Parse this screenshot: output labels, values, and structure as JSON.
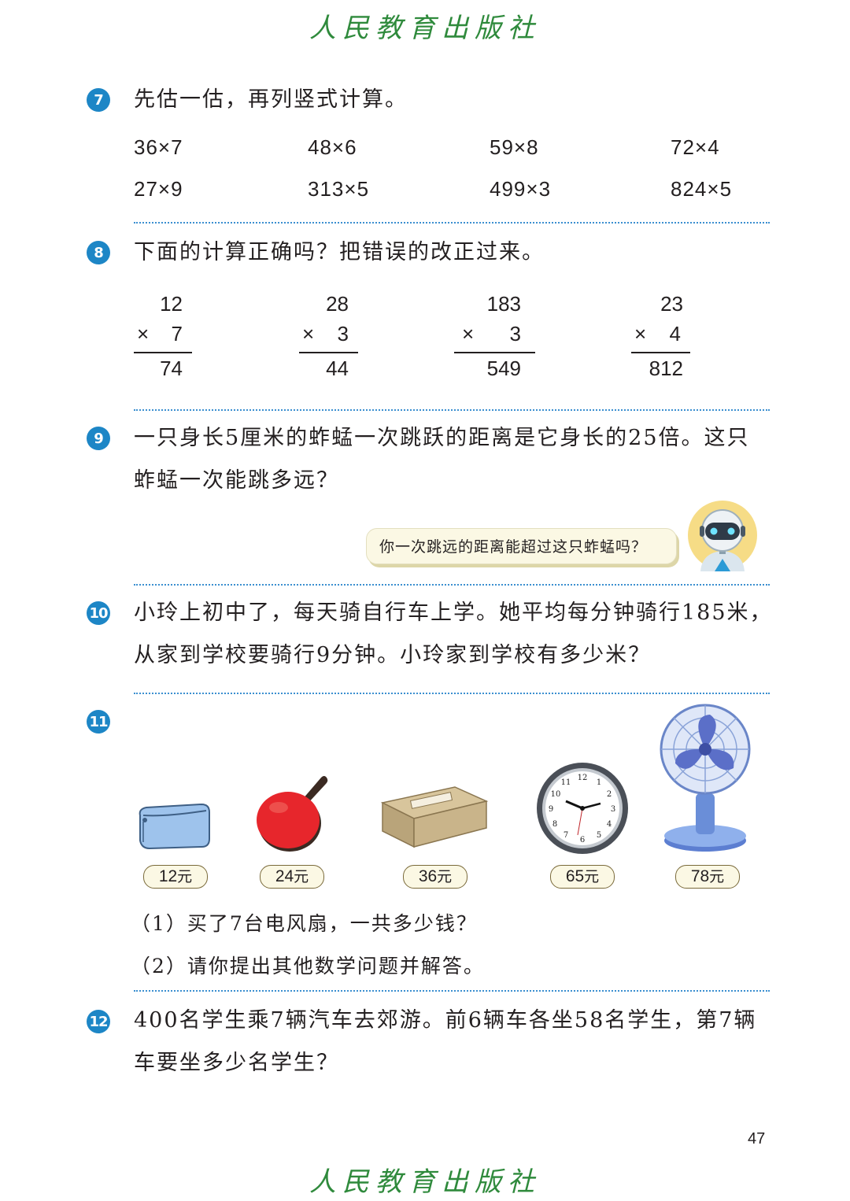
{
  "header": {
    "publisher": "人民教育出版社"
  },
  "footer": {
    "publisher": "人民教育出版社",
    "page_number": "47"
  },
  "q7": {
    "num": "7",
    "text": "先估一估，再列竖式计算。",
    "exprs": [
      "36×7",
      "48×6",
      "59×8",
      "72×4",
      "27×9",
      "313×5",
      "499×3",
      "824×5"
    ]
  },
  "q8": {
    "num": "8",
    "text": "下面的计算正确吗？把错误的改正过来。",
    "problems": [
      {
        "top": "12",
        "op": "×",
        "bottom": "7",
        "result": "74"
      },
      {
        "top": "28",
        "op": "×",
        "bottom": "3",
        "result": "44"
      },
      {
        "top": "183",
        "op": "×",
        "bottom": "3",
        "result": "549"
      },
      {
        "top": "23",
        "op": "×",
        "bottom": "4",
        "result": "812"
      }
    ]
  },
  "q9": {
    "num": "9",
    "line1": "一只身长5厘米的蚱蜢一次跳跃的距离是它身长的25倍。这只",
    "line2": "蚱蜢一次能跳多远？",
    "bubble": "你一次跳远的距离能超过这只蚱蜢吗？"
  },
  "q10": {
    "num": "10",
    "line1": "小玲上初中了，每天骑自行车上学。她平均每分钟骑行185米，",
    "line2": "从家到学校要骑行9分钟。小玲家到学校有多少米？"
  },
  "q11": {
    "num": "11",
    "prices": [
      {
        "amount": "12",
        "unit": "元",
        "item": "pencil-case"
      },
      {
        "amount": "24",
        "unit": "元",
        "item": "ping-pong-paddle"
      },
      {
        "amount": "36",
        "unit": "元",
        "item": "gift-box"
      },
      {
        "amount": "65",
        "unit": "元",
        "item": "wall-clock"
      },
      {
        "amount": "78",
        "unit": "元",
        "item": "electric-fan"
      }
    ],
    "sub1": "（1）买了7台电风扇，一共多少钱？",
    "sub2": "（2）请你提出其他数学问题并解答。"
  },
  "q12": {
    "num": "12",
    "line1": "400名学生乘7辆汽车去郊游。前6辆车各坐58名学生，第7辆",
    "line2": "车要坐多少名学生？"
  },
  "colors": {
    "accent_blue": "#1d86c6",
    "publisher_green": "#2f8a3c",
    "separator": "#3b8fd0"
  }
}
